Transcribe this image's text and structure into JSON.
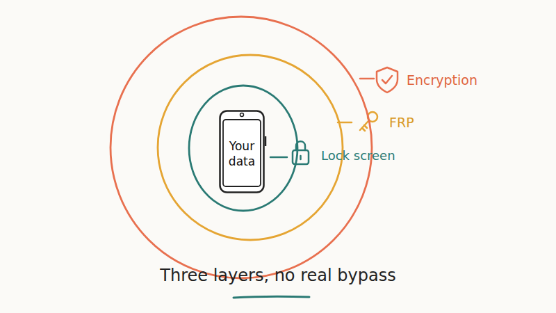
{
  "diagram": {
    "caption": "Three layers, no real bypass",
    "nodes": [
      {
        "text": [
          "Encryption"
        ]
      },
      {
        "text": [
          "FRP"
        ],
        "in": 0
      },
      {
        "text": [
          "Lock screen"
        ],
        "in": 1
      },
      {
        "text": [
          "Your data"
        ],
        "in": 2
      }
    ]
  }
}
